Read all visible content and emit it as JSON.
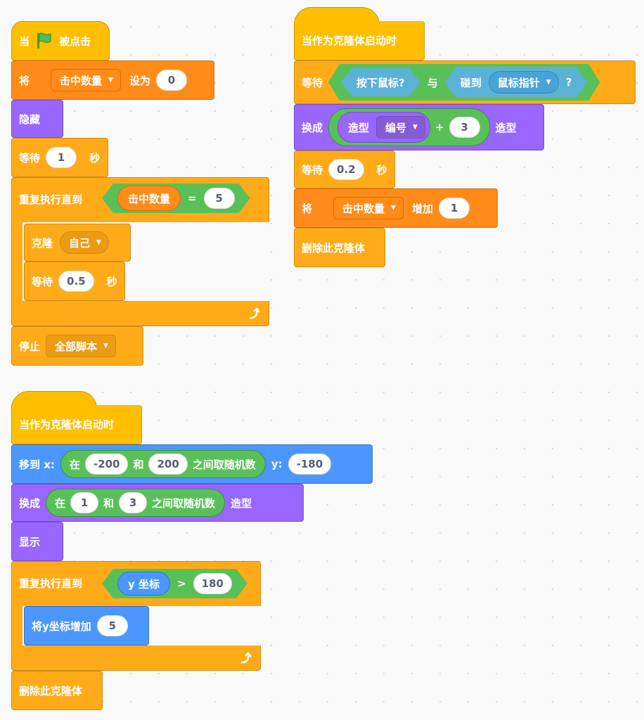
{
  "scripts": {
    "s1": {
      "hat": {
        "when": "当",
        "clicked": "被点击"
      },
      "set": {
        "label": "将",
        "var": "击中数量",
        "to": "设为",
        "value": "0"
      },
      "hide": "隐藏",
      "wait": {
        "label": "等待",
        "value": "1",
        "unit": "秒"
      },
      "repeat_until": {
        "label": "重复执行直到",
        "var": "击中数量",
        "op": "=",
        "value": "5"
      },
      "clone": {
        "label": "克隆",
        "target": "自己"
      },
      "wait2": {
        "label": "等待",
        "value": "0.5",
        "unit": "秒"
      },
      "stop": {
        "label": "停止",
        "option": "全部脚本"
      }
    },
    "s2": {
      "hat": "当作为克隆体启动时",
      "wait_until": {
        "label": "等待",
        "mouse_down": "按下鼠标?",
        "and": "与",
        "touching": "碰到",
        "touch_target": "鼠标指针",
        "q": "?"
      },
      "switch": {
        "label": "换成",
        "costume": "造型",
        "prop": "编号",
        "plus": "+",
        "value": "3",
        "suffix": "造型"
      },
      "wait": {
        "label": "等待",
        "value": "0.2",
        "unit": "秒"
      },
      "change": {
        "label": "将",
        "var": "击中数量",
        "by": "增加",
        "value": "1"
      },
      "delete": "删除此克隆体"
    },
    "s3": {
      "hat": "当作为克隆体启动时",
      "goto": {
        "label": "移到 x:",
        "in": "在",
        "min": "-200",
        "and": "和",
        "max": "200",
        "rand": "之间取随机数",
        "ylabel": "y:",
        "y": "-180"
      },
      "switch": {
        "label": "换成",
        "in": "在",
        "min": "1",
        "and": "和",
        "max": "3",
        "rand": "之间取随机数",
        "suffix": "造型"
      },
      "show": "显示",
      "repeat_until": {
        "label": "重复执行直到",
        "var": "y 坐标",
        "op": ">",
        "value": "180"
      },
      "change_y": {
        "label": "将y坐标增加",
        "value": "5"
      },
      "delete": "删除此克隆体"
    }
  },
  "colors": {
    "events": "#ffbf00",
    "control": "#ffab19",
    "variables": "#ff8c1a",
    "looks": "#9966ff",
    "motion": "#4c97ff",
    "operators": "#59c059",
    "sensing": "#5cb1d6"
  }
}
